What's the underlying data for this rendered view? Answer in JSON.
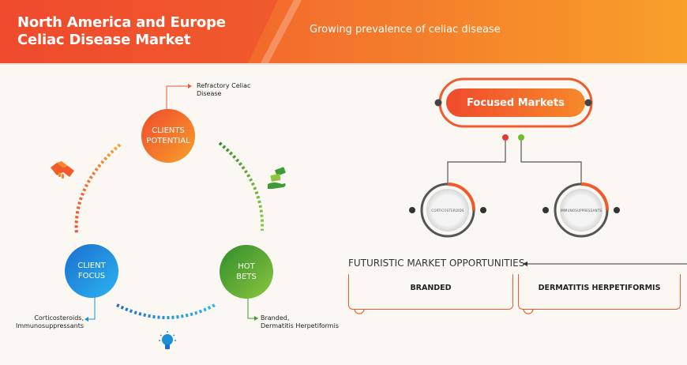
{
  "header": {
    "title": "North America and Europe Celiac Disease Market",
    "subtitle": "Growing prevalence of celiac disease",
    "gradient_start": "#ef4f2d",
    "gradient_end": "#f79a2a"
  },
  "cycle": {
    "nodes": [
      {
        "id": "clients-potential",
        "line1": "CLIENTS",
        "line2": "POTENTIAL"
      },
      {
        "id": "client-focus",
        "line1": "CLIENT",
        "line2": "FOCUS"
      },
      {
        "id": "hot-bets",
        "line1": "HOT",
        "line2": "BETS"
      }
    ],
    "labels": {
      "clients_potential": {
        "line1": "Refractory Celiac",
        "line2": "Disease"
      },
      "client_focus": {
        "line1": "Corticosteroids,",
        "line2": "Immunosuppressants"
      },
      "hot_bets": {
        "line1": "Branded,",
        "line2": "Dermatitis Herpetiformis"
      }
    },
    "icons": [
      "handshake-icon",
      "money-hand-icon",
      "lightbulb-icon"
    ]
  },
  "focused_markets": {
    "title": "Focused Markets",
    "children": [
      {
        "label": "CORTICOSTEROIDS"
      },
      {
        "label": "IMMUNOSUPPRESSANTS"
      }
    ]
  },
  "futuristic": {
    "title": "FUTURISTIC MARKET OPPORTUNITIES",
    "items": [
      {
        "label": "BRANDED"
      },
      {
        "label": "DERMATITIS HERPETIFORMIS"
      }
    ]
  },
  "colors": {
    "orange": "#f25a2c",
    "blue": "#1a8fd8",
    "green": "#3f9b35",
    "grey": "#555555"
  }
}
